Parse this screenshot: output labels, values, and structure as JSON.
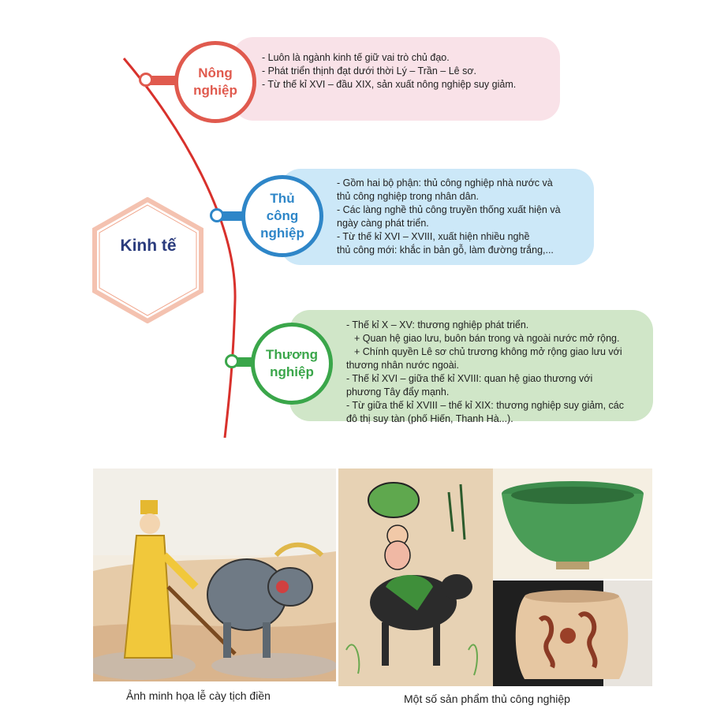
{
  "center": {
    "label": "Kinh tế"
  },
  "colors": {
    "agriculture": "#e05a4e",
    "handicraft": "#2e86c8",
    "commerce": "#3aa64a",
    "arc": "#d8312c",
    "hexagon": "#f0a48a",
    "center_text": "#2a3b7d"
  },
  "branches": [
    {
      "title_lines": [
        "Nông",
        "nghiệp"
      ],
      "items": [
        "- Luôn là ngành kinh tế giữ vai trò chủ đạo.",
        "- Phát triển thịnh đạt dưới thời Lý – Trần – Lê sơ.",
        "- Từ thế kỉ XVI – đầu XIX, sản xuất nông nghiệp suy giảm."
      ]
    },
    {
      "title_lines": [
        "Thủ",
        "công",
        "nghiệp"
      ],
      "items": [
        "- Gồm hai bộ phận: thủ công nghiệp nhà nước và",
        "thủ công nghiệp trong nhân dân.",
        "- Các làng nghề thủ công truyền thống xuất hiện và",
        "ngày càng phát triển.",
        "- Từ thế kỉ XVI – XVIII, xuất hiện nhiều nghề",
        "thủ công mới: khắc in bản gỗ, làm đường trắng,..."
      ]
    },
    {
      "title_lines": [
        "Thương",
        "nghiệp"
      ],
      "items": [
        "- Thế kỉ X – XV: thương nghiệp phát triển.",
        "+ Quan hệ giao lưu, buôn bán trong và ngoài nước mở rộng.",
        "+ Chính quyền Lê sơ chủ trương không mở rộng giao lưu với",
        "thương nhân nước ngoài.",
        "- Thế kỉ XVI – giữa thế kỉ XVIII: quan hệ giao thương với",
        "phương Tây đẩy mạnh.",
        "- Từ giữa thế kỉ XVIII – thế kỉ XIX: thương nghiệp suy giảm, các",
        "đô thị suy tàn (phố Hiến, Thanh Hà...)."
      ]
    }
  ],
  "captions": {
    "left": "Ảnh minh họa lễ cày tịch điền",
    "right": "Một số sản phẩm thủ công nghiệp"
  }
}
